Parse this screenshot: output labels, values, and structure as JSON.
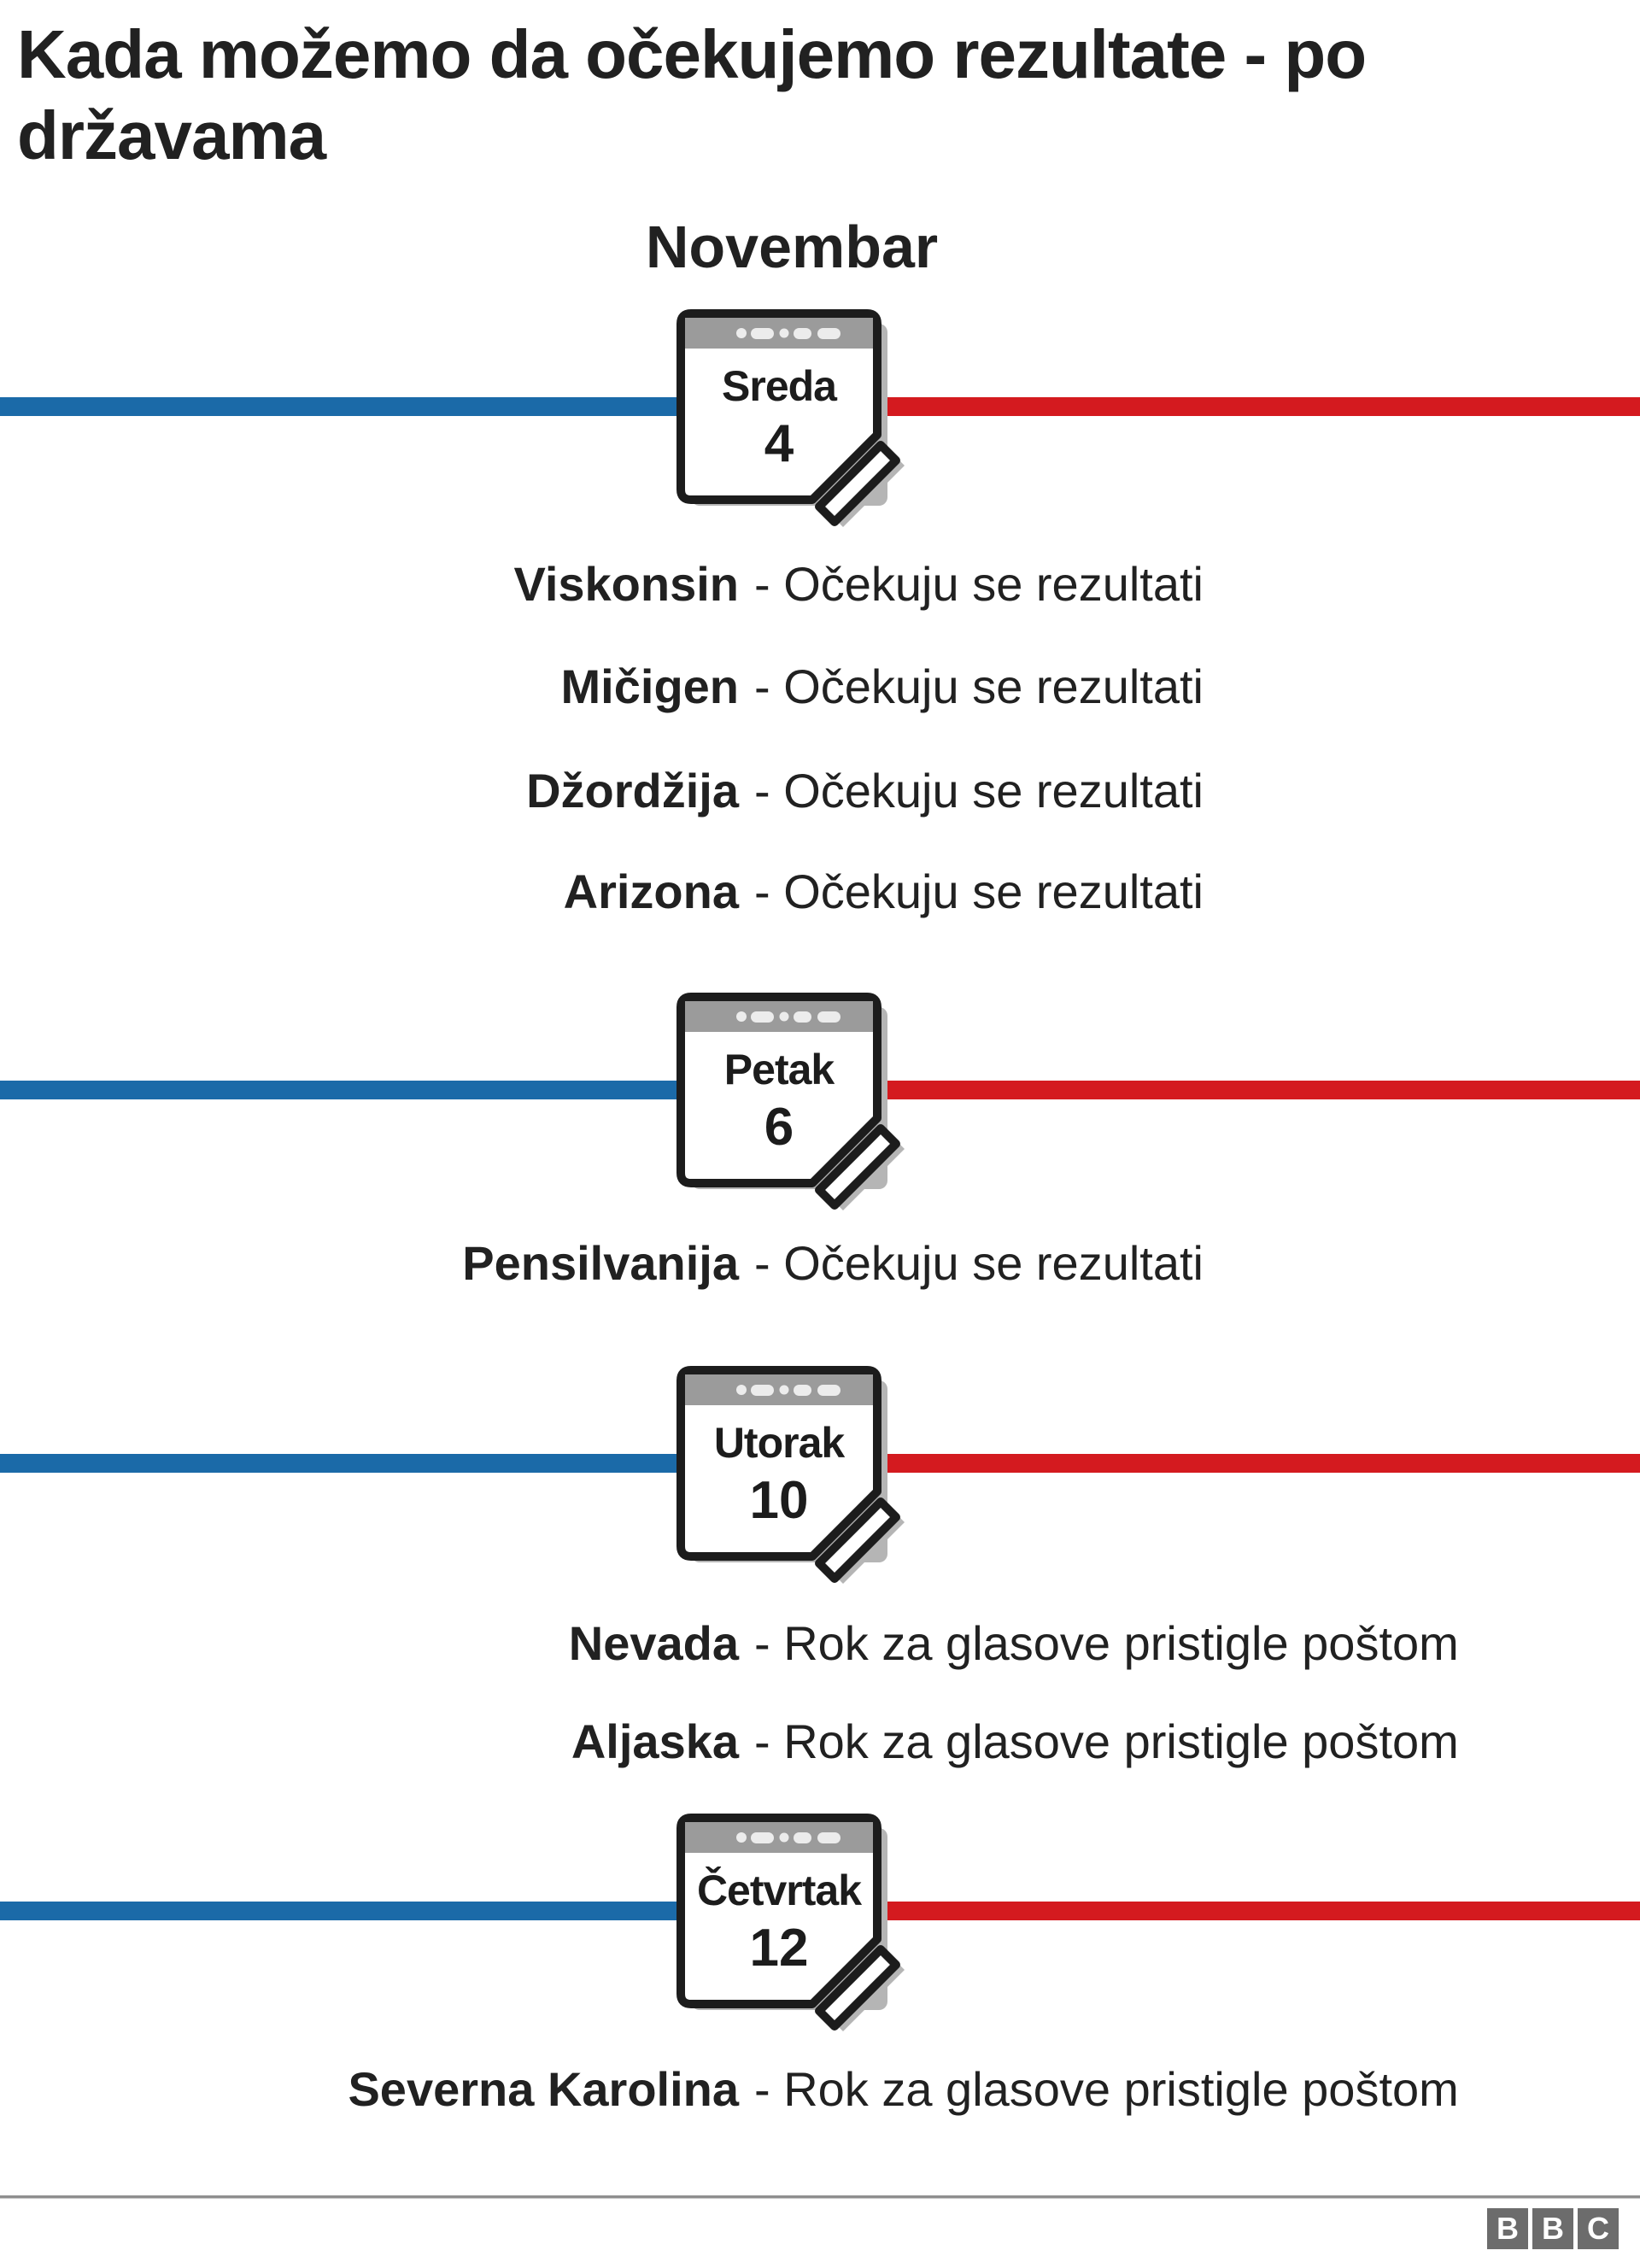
{
  "title": "Kada možemo da očekujemo rezultate - po državama",
  "month_label": "Novembar",
  "colors": {
    "timeline_blue": "#1b6aa8",
    "timeline_red": "#d41a1f",
    "ink": "#212121",
    "calendar_border": "#1c1c1c",
    "calendar_header_gray": "#9b9b9b",
    "calendar_dots": "#ececec",
    "calendar_shadow": "#b5b5b5",
    "divider_gray": "#8f8f8f",
    "bbc_gray": "#6c6c6c"
  },
  "sections": [
    {
      "day": "Sreda",
      "date": "4",
      "entries": [
        {
          "state": "Viskonsin",
          "note": "- Očekuju se rezultati"
        },
        {
          "state": "Mičigen",
          "note": "- Očekuju se rezultati"
        },
        {
          "state": "Džordžija",
          "note": "- Očekuju se rezultati"
        },
        {
          "state": "Arizona",
          "note": "- Očekuju se rezultati"
        }
      ]
    },
    {
      "day": "Petak",
      "date": "6",
      "entries": [
        {
          "state": "Pensilvanija",
          "note": "- Očekuju se rezultati"
        }
      ]
    },
    {
      "day": "Utorak",
      "date": "10",
      "entries": [
        {
          "state": "Nevada",
          "note": "- Rok za glasove pristigle poštom"
        },
        {
          "state": "Aljaska",
          "note": "- Rok za glasove pristigle poštom"
        }
      ]
    },
    {
      "day": "Četvrtak",
      "date": "12",
      "entries": [
        {
          "state": "Severna Karolina",
          "note": "- Rok za glasove pristigle poštom"
        }
      ]
    }
  ],
  "footer": {
    "logo_letters": [
      "B",
      "B",
      "C"
    ]
  },
  "chart_data": {
    "type": "table",
    "title": "Kada možemo da očekujemo rezultate - po državama",
    "month": "Novembar",
    "timeline": [
      {
        "day": "Sreda",
        "date": 4,
        "states": [
          {
            "state": "Viskonsin",
            "status": "Očekuju se rezultati"
          },
          {
            "state": "Mičigen",
            "status": "Očekuju se rezultati"
          },
          {
            "state": "Džordžija",
            "status": "Očekuju se rezultati"
          },
          {
            "state": "Arizona",
            "status": "Očekuju se rezultati"
          }
        ]
      },
      {
        "day": "Petak",
        "date": 6,
        "states": [
          {
            "state": "Pensilvanija",
            "status": "Očekuju se rezultati"
          }
        ]
      },
      {
        "day": "Utorak",
        "date": 10,
        "states": [
          {
            "state": "Nevada",
            "status": "Rok za glasove pristigle poštom"
          },
          {
            "state": "Aljaska",
            "status": "Rok za glasove pristigle poštom"
          }
        ]
      },
      {
        "day": "Četvrtak",
        "date": 12,
        "states": [
          {
            "state": "Severna Karolina",
            "status": "Rok za glasove pristigle poštom"
          }
        ]
      }
    ],
    "source": "BBC"
  }
}
